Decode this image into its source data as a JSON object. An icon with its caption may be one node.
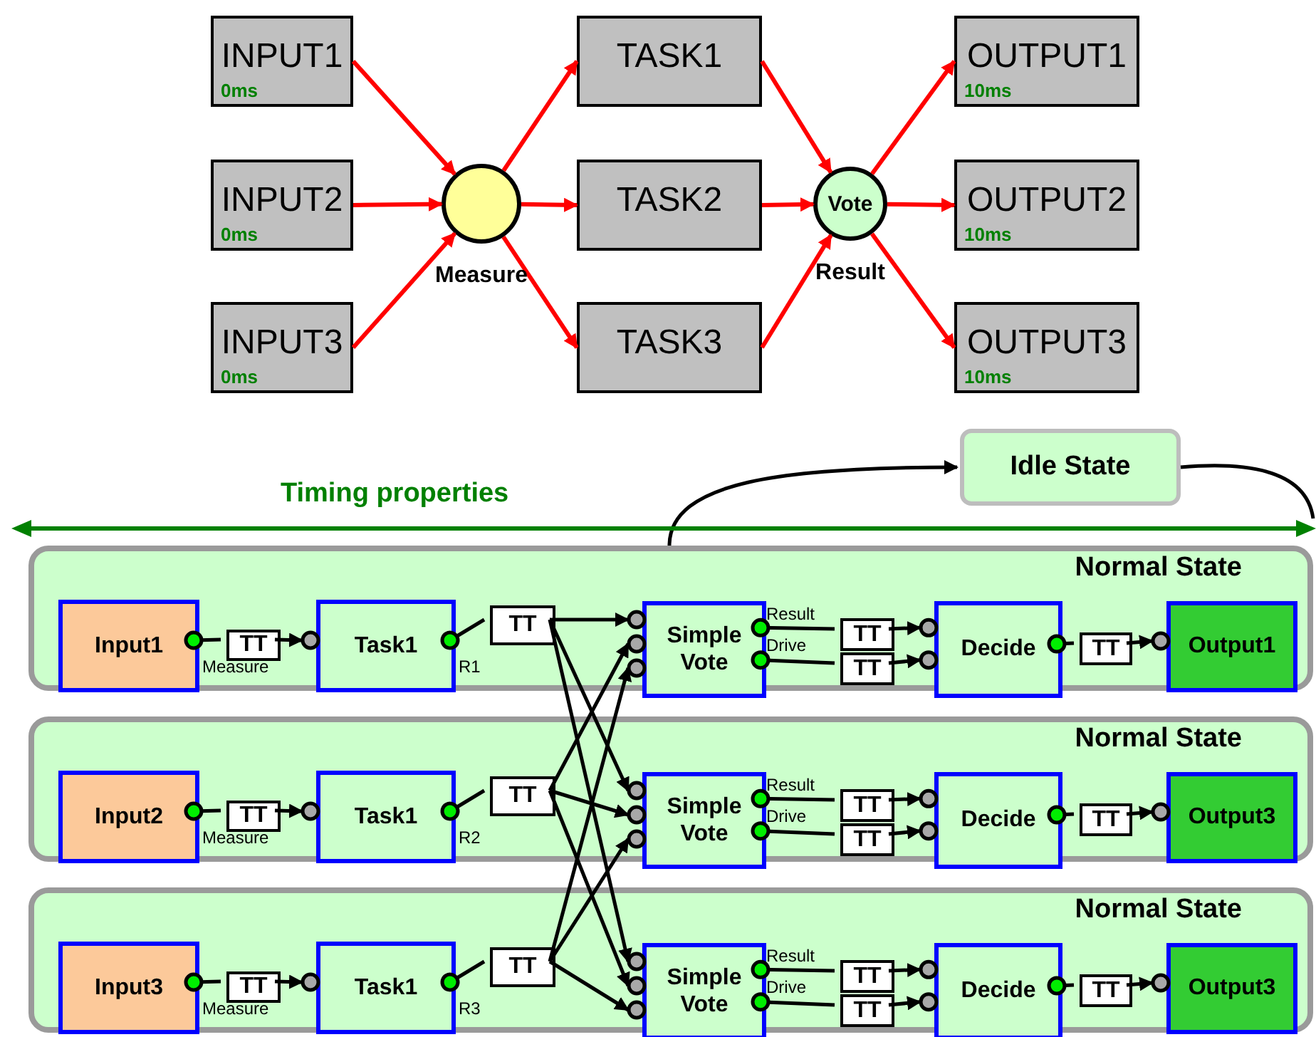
{
  "diagram": {
    "nodes": [
      {
        "text": [
          "INPUT1",
          "0ms"
        ]
      },
      {
        "text": [
          "INPUT2",
          "0ms"
        ]
      },
      {
        "text": [
          "INPUT3",
          "0ms"
        ]
      },
      {
        "text": [],
        "shape": "circle",
        "beside": [
          "Measure"
        ]
      },
      {
        "text": [
          "TASK1"
        ]
      },
      {
        "text": [
          "TASK2"
        ]
      },
      {
        "text": [
          "TASK3"
        ]
      },
      {
        "text": [
          "Vote"
        ],
        "beside": [
          "Result"
        ]
      },
      {
        "text": [
          "OUTPUT1",
          "10ms"
        ]
      },
      {
        "text": [
          "OUTPUT2",
          "10ms"
        ]
      },
      {
        "text": [
          "OUTPUT3",
          "10ms"
        ]
      },
      {
        "text": [
          "Idle State"
        ]
      },
      {
        "text": [
          "Normal State"
        ]
      },
      {
        "text": [
          "Input1"
        ],
        "in": 12
      },
      {
        "text": [
          "TT"
        ],
        "in": 12
      },
      {
        "text": [
          "Task1"
        ],
        "in": 12
      },
      {
        "text": [
          "TT"
        ],
        "in": 12
      },
      {
        "text": [
          "Simple Vote"
        ],
        "in": 12
      },
      {
        "text": [
          "TT"
        ],
        "in": 12
      },
      {
        "text": [
          "TT"
        ],
        "in": 12
      },
      {
        "text": [
          "Decide"
        ],
        "in": 12
      },
      {
        "text": [
          "TT"
        ],
        "in": 12
      },
      {
        "text": [
          "Output1"
        ],
        "in": 12
      },
      {
        "text": [
          "Normal State"
        ]
      },
      {
        "text": [
          "Input2"
        ],
        "in": 23
      },
      {
        "text": [
          "TT"
        ],
        "in": 23
      },
      {
        "text": [
          "Task1"
        ],
        "in": 23
      },
      {
        "text": [
          "TT"
        ],
        "in": 23
      },
      {
        "text": [
          "Simple Vote"
        ],
        "in": 23
      },
      {
        "text": [
          "TT"
        ],
        "in": 23
      },
      {
        "text": [
          "TT"
        ],
        "in": 23
      },
      {
        "text": [
          "Decide"
        ],
        "in": 23
      },
      {
        "text": [
          "TT"
        ],
        "in": 23
      },
      {
        "text": [
          "Output3"
        ],
        "in": 23
      },
      {
        "text": [
          "Normal State"
        ]
      },
      {
        "text": [
          "Input3"
        ],
        "in": 34
      },
      {
        "text": [
          "TT"
        ],
        "in": 34
      },
      {
        "text": [
          "Task1"
        ],
        "in": 34
      },
      {
        "text": [
          "TT"
        ],
        "in": 34
      },
      {
        "text": [
          "Simple Vote"
        ],
        "in": 34
      },
      {
        "text": [
          "TT"
        ],
        "in": 34
      },
      {
        "text": [
          "TT"
        ],
        "in": 34
      },
      {
        "text": [
          "Decide"
        ],
        "in": 34
      },
      {
        "text": [
          "TT"
        ],
        "in": 34
      },
      {
        "text": [
          "Output3"
        ],
        "in": 34
      }
    ],
    "edges": [
      {
        "from": 0,
        "to": 3,
        "arrow": "to",
        "color": "#ff0000"
      },
      {
        "from": 1,
        "to": 3,
        "arrow": "to",
        "color": "#ff0000"
      },
      {
        "from": 2,
        "to": 3,
        "arrow": "to",
        "color": "#ff0000"
      },
      {
        "from": 3,
        "to": 4,
        "arrow": "to",
        "color": "#ff0000"
      },
      {
        "from": 3,
        "to": 5,
        "arrow": "to",
        "color": "#ff0000"
      },
      {
        "from": 3,
        "to": 6,
        "arrow": "to",
        "color": "#ff0000"
      },
      {
        "from": 4,
        "to": 7,
        "arrow": "to",
        "color": "#ff0000"
      },
      {
        "from": 5,
        "to": 7,
        "arrow": "to",
        "color": "#ff0000"
      },
      {
        "from": 6,
        "to": 7,
        "arrow": "to",
        "color": "#ff0000"
      },
      {
        "from": 7,
        "to": 8,
        "arrow": "to",
        "color": "#ff0000"
      },
      {
        "from": 7,
        "to": 9,
        "arrow": "to",
        "color": "#ff0000"
      },
      {
        "from": 7,
        "to": 10,
        "arrow": "to",
        "color": "#ff0000"
      },
      {
        "from": 12,
        "to": 11,
        "arrow": "to"
      },
      {
        "from": 11,
        "to": null,
        "arrow": "none"
      },
      {
        "from": 13,
        "to": 14,
        "arrow": "other",
        "label": "Measure"
      },
      {
        "from": 14,
        "to": 15,
        "arrow": "to"
      },
      {
        "from": 15,
        "to": 16,
        "arrow": "other",
        "label": "R1"
      },
      {
        "from": 17,
        "to": 18,
        "arrow": "other",
        "label": "Result"
      },
      {
        "from": 17,
        "to": 19,
        "arrow": "other",
        "label": "Drive"
      },
      {
        "from": 18,
        "to": 20,
        "arrow": "to"
      },
      {
        "from": 19,
        "to": 20,
        "arrow": "to"
      },
      {
        "from": 20,
        "to": 21,
        "arrow": "other"
      },
      {
        "from": 21,
        "to": 22,
        "arrow": "to"
      },
      {
        "from": 24,
        "to": 25,
        "arrow": "other",
        "label": "Measure"
      },
      {
        "from": 25,
        "to": 26,
        "arrow": "to"
      },
      {
        "from": 26,
        "to": 27,
        "arrow": "other",
        "label": "R2"
      },
      {
        "from": 28,
        "to": 29,
        "arrow": "other",
        "label": "Result"
      },
      {
        "from": 28,
        "to": 30,
        "arrow": "other",
        "label": "Drive"
      },
      {
        "from": 29,
        "to": 31,
        "arrow": "to"
      },
      {
        "from": 30,
        "to": 31,
        "arrow": "to"
      },
      {
        "from": 31,
        "to": 32,
        "arrow": "other"
      },
      {
        "from": 32,
        "to": 33,
        "arrow": "to"
      },
      {
        "from": 35,
        "to": 36,
        "arrow": "other",
        "label": "Measure"
      },
      {
        "from": 36,
        "to": 37,
        "arrow": "to"
      },
      {
        "from": 37,
        "to": 38,
        "arrow": "other",
        "label": "R3"
      },
      {
        "from": 39,
        "to": 40,
        "arrow": "other",
        "label": "Result"
      },
      {
        "from": 39,
        "to": 41,
        "arrow": "other",
        "label": "Drive"
      },
      {
        "from": 40,
        "to": 42,
        "arrow": "to"
      },
      {
        "from": 41,
        "to": 42,
        "arrow": "to"
      },
      {
        "from": 42,
        "to": 43,
        "arrow": "other"
      },
      {
        "from": 43,
        "to": 44,
        "arrow": "to"
      },
      {
        "from": 16,
        "to": 17,
        "arrow": "to"
      },
      {
        "from": 16,
        "to": 28,
        "arrow": "to"
      },
      {
        "from": 16,
        "to": 39,
        "arrow": "to"
      },
      {
        "from": 27,
        "to": 17,
        "arrow": "to"
      },
      {
        "from": 27,
        "to": 28,
        "arrow": "to"
      },
      {
        "from": 27,
        "to": 39,
        "arrow": "to"
      },
      {
        "from": 38,
        "to": 17,
        "arrow": "to"
      },
      {
        "from": 38,
        "to": 28,
        "arrow": "to"
      },
      {
        "from": 38,
        "to": 39,
        "arrow": "to"
      }
    ],
    "labels": [
      "Timing properties"
    ]
  }
}
